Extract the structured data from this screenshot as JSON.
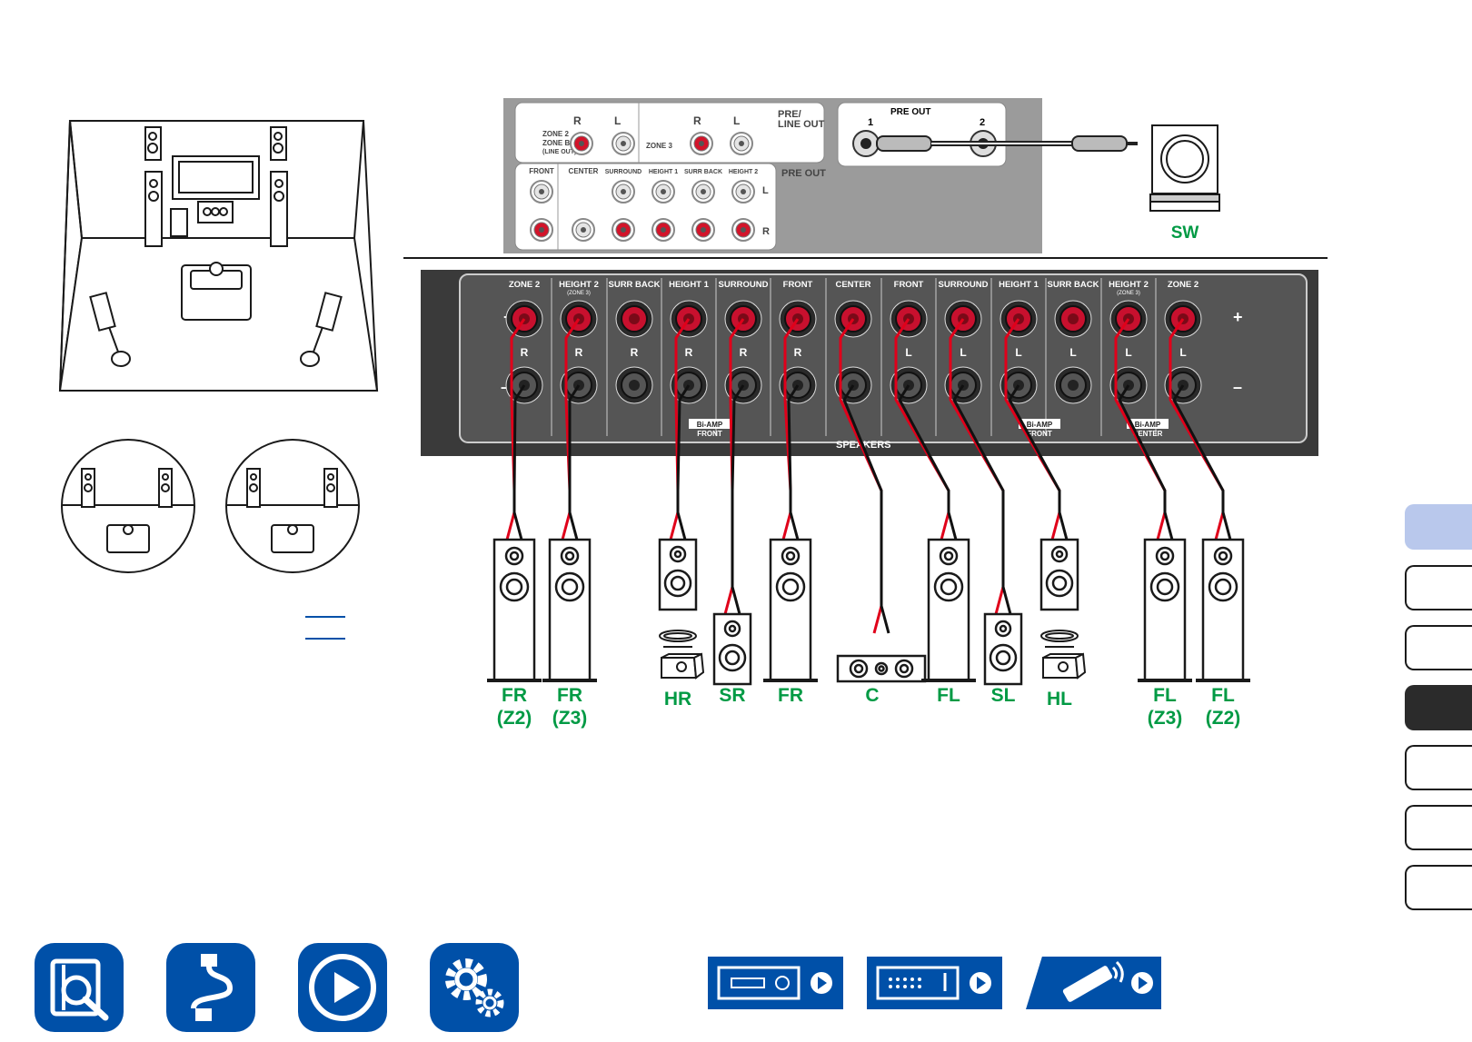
{
  "colors": {
    "label_green": "#009a44",
    "nav_blue": "#0050a8",
    "panel_dark": "#3a3a3a",
    "panel_gray": "#9b9b9b",
    "tab_active": "#2b2b2b",
    "tab_highlight": "#b9c8ec",
    "wire_red": "#e0001a"
  },
  "preout_panel": {
    "pre_line_out_1": "PRE/",
    "pre_line_out_2": "LINE OUT",
    "zone2_1": "ZONE 2",
    "zone2_2": "ZONE B",
    "zone2_3": "(LINE OUT)",
    "zone3": "ZONE 3",
    "r": "R",
    "l": "L",
    "pre_out": "PRE OUT",
    "pre_out_header": "PRE OUT",
    "port1": "1",
    "port2": "2",
    "inputs": [
      "FRONT",
      "CENTER",
      "SURROUND",
      "HEIGHT 1",
      "SURR BACK",
      "HEIGHT 2"
    ]
  },
  "subwoofer_label": "SW",
  "speaker_panel": {
    "terminal_headers": [
      "ZONE 2",
      "HEIGHT 2",
      "SURR BACK",
      "HEIGHT 1",
      "SURROUND",
      "FRONT",
      "CENTER",
      "FRONT",
      "SURROUND",
      "HEIGHT 1",
      "SURR BACK",
      "HEIGHT 2",
      "ZONE 2"
    ],
    "height2_sub": "(ZONE 3)",
    "height2_sub_right": "(ZONE 3)",
    "channel_letters": [
      "R",
      "R",
      "R",
      "R",
      "R",
      "R",
      "",
      "L",
      "L",
      "L",
      "L",
      "L",
      "L"
    ],
    "plus": "+",
    "minus": "–",
    "speakers_title": "SPEAKERS",
    "biamp_1": "Bi-AMP",
    "biamp_front": "FRONT",
    "biamp_2": "Bi-AMP",
    "biamp_front_2": "FRONT",
    "biamp_3": "Bi-AMP",
    "biamp_center": "CENTER"
  },
  "speaker_labels": [
    {
      "top": "FR",
      "bottom": "(Z2)"
    },
    {
      "top": "FR",
      "bottom": "(Z3)"
    },
    {
      "top": "HR",
      "bottom": ""
    },
    {
      "top": "SR",
      "bottom": ""
    },
    {
      "top": "FR",
      "bottom": ""
    },
    {
      "top": "C",
      "bottom": ""
    },
    {
      "top": "FL",
      "bottom": ""
    },
    {
      "top": "SL",
      "bottom": ""
    },
    {
      "top": "HL",
      "bottom": ""
    },
    {
      "top": "FL",
      "bottom": "(Z3)"
    },
    {
      "top": "FL",
      "bottom": "(Z2)"
    }
  ],
  "side_tabs": [
    "tab-1",
    "tab-2",
    "tab-3",
    "tab-4",
    "tab-5",
    "tab-6",
    "tab-7"
  ],
  "bottom_nav": {
    "icons": [
      "book-search-icon",
      "cable-icon",
      "play-icon",
      "gears-icon"
    ],
    "device_buttons": [
      "front-panel-icon",
      "rear-panel-icon",
      "remote-control-icon"
    ]
  }
}
